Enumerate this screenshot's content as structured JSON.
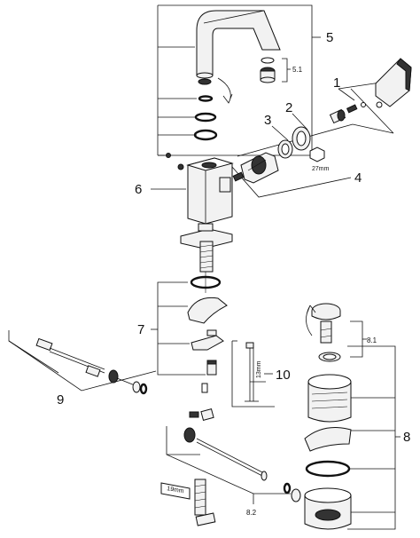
{
  "callouts": {
    "n1": "1",
    "n2": "2",
    "n3": "3",
    "n4": "4",
    "n5": "5",
    "n5_1": "5.1",
    "n6": "6",
    "n7": "7",
    "n8": "8",
    "n8_1": "8.1",
    "n8_2": "8.2",
    "n9": "9",
    "n10": "10"
  },
  "dimensions": {
    "wrench_27": "27mm",
    "hex_13": "13mm",
    "hose_19": "19mm"
  }
}
